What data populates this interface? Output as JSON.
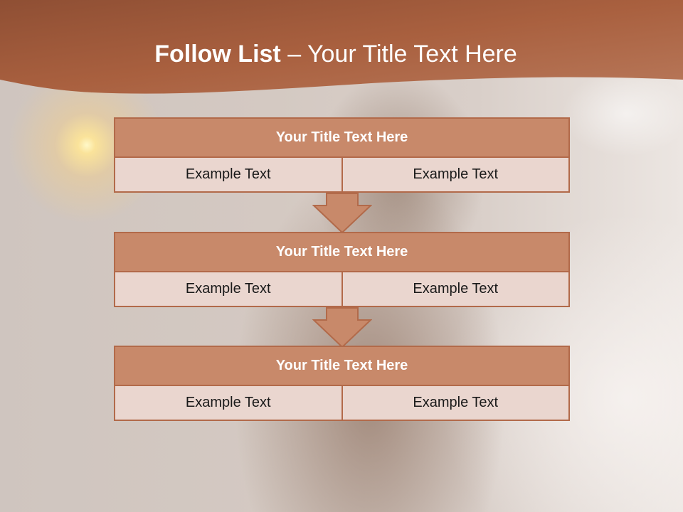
{
  "slide": {
    "title_bold": "Follow List",
    "title_rest": " – Your Title Text Here"
  },
  "steps": [
    {
      "title": "Your Title Text Here",
      "left": "Example Text",
      "right": "Example Text"
    },
    {
      "title": "Your Title Text Here",
      "left": "Example Text",
      "right": "Example Text"
    },
    {
      "title": "Your Title Text Here",
      "left": "Example Text",
      "right": "Example Text"
    }
  ],
  "colors": {
    "header_band": "#a9603f",
    "block_fill": "#c8896a",
    "block_border": "#b26a4a",
    "cell_fill": "#ead6cf"
  }
}
